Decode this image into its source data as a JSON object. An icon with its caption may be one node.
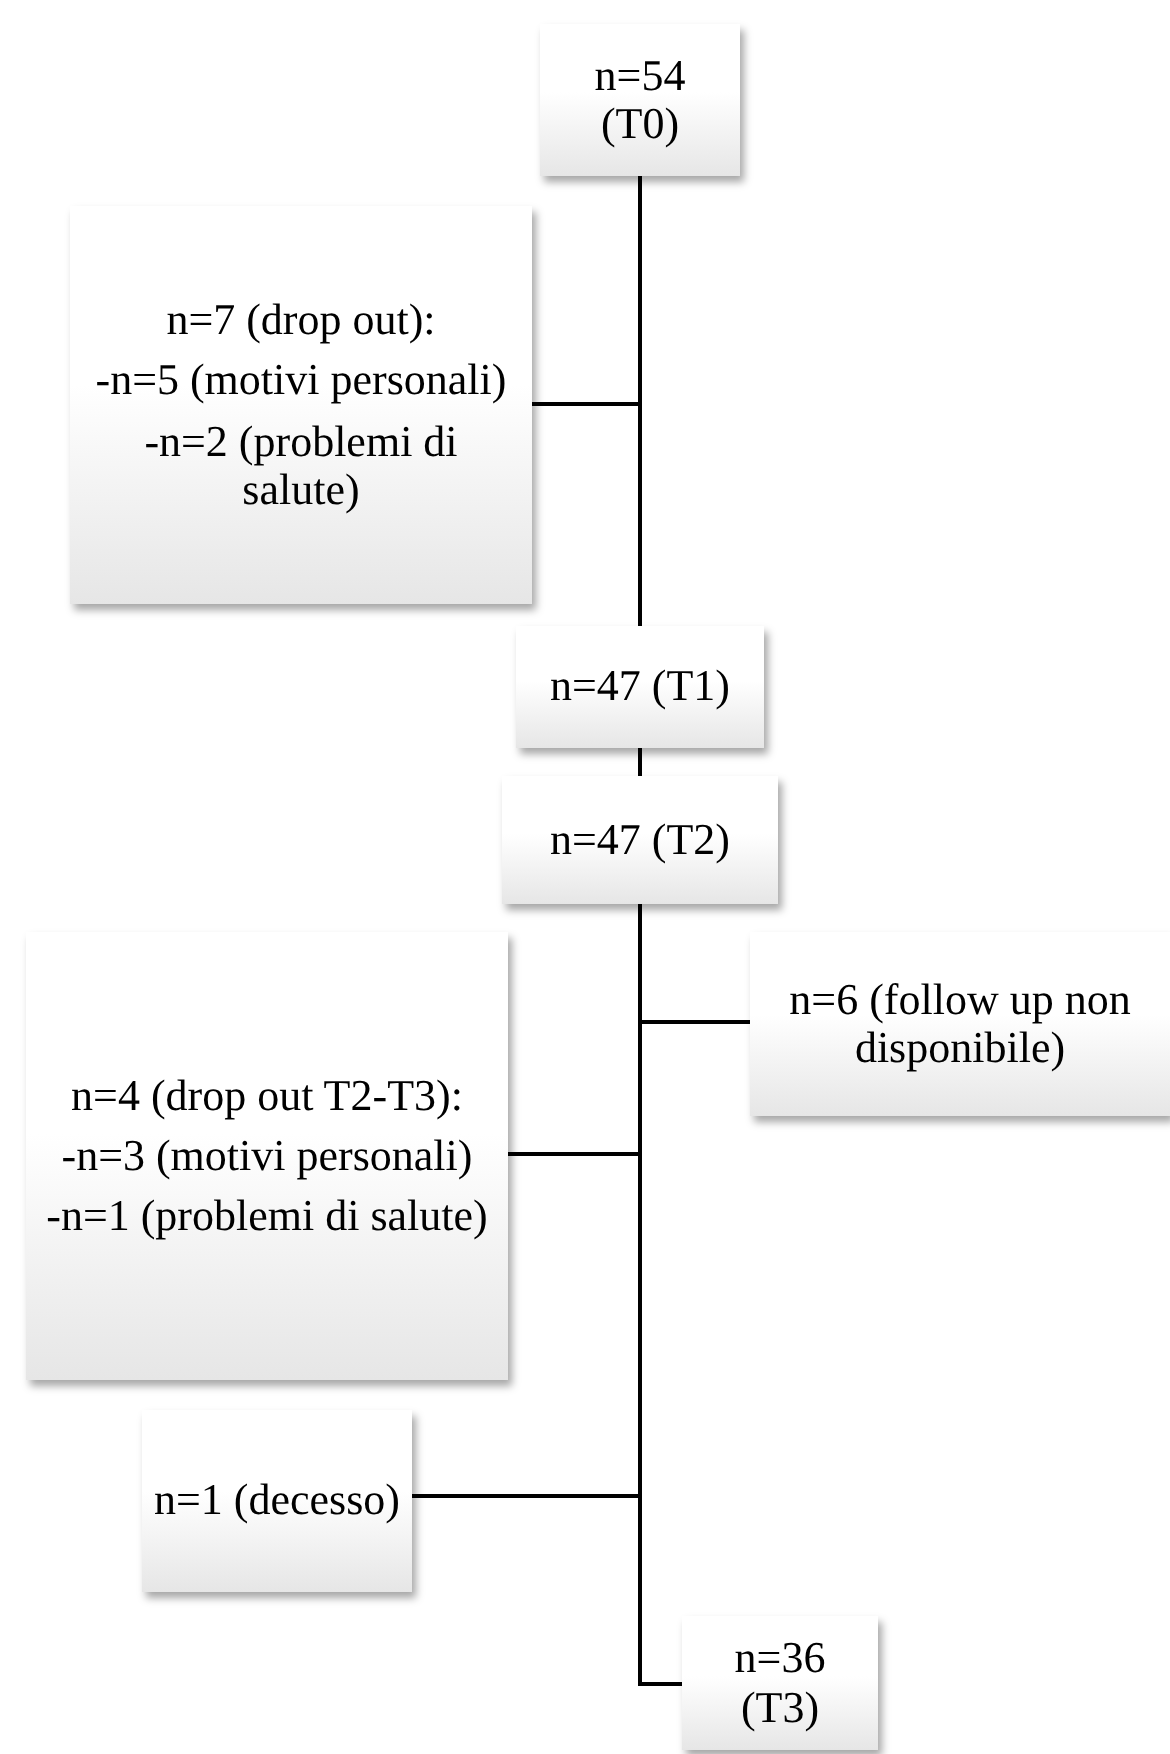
{
  "diagram": {
    "nodes": [
      {
        "text": [
          "n=54 (T0)"
        ]
      },
      {
        "text": [
          "n=7 (drop out):",
          "-n=5 (motivi personali)",
          "-n=2 (problemi di salute)"
        ]
      },
      {
        "text": [
          "n=47 (T1)"
        ]
      },
      {
        "text": [
          "n=47 (T2)"
        ]
      },
      {
        "text": [
          "n=4 (drop out T2-T3):",
          "-n=3 (motivi personali)",
          "-n=1 (problemi di salute)"
        ]
      },
      {
        "text": [
          "n=6 (follow up non disponibile)"
        ]
      },
      {
        "text": [
          "n=1 (decesso)"
        ]
      },
      {
        "text": [
          "n=36 (T3)"
        ]
      }
    ],
    "edges": [
      {
        "from": 0,
        "to": 1,
        "arrow": "none"
      },
      {
        "from": 0,
        "to": 2,
        "arrow": "none"
      },
      {
        "from": 2,
        "to": 3,
        "arrow": "none"
      },
      {
        "from": 3,
        "to": 5,
        "arrow": "none"
      },
      {
        "from": 3,
        "to": 4,
        "arrow": "none"
      },
      {
        "from": 3,
        "to": 6,
        "arrow": "none"
      },
      {
        "from": 3,
        "to": 7,
        "arrow": "none"
      }
    ]
  }
}
